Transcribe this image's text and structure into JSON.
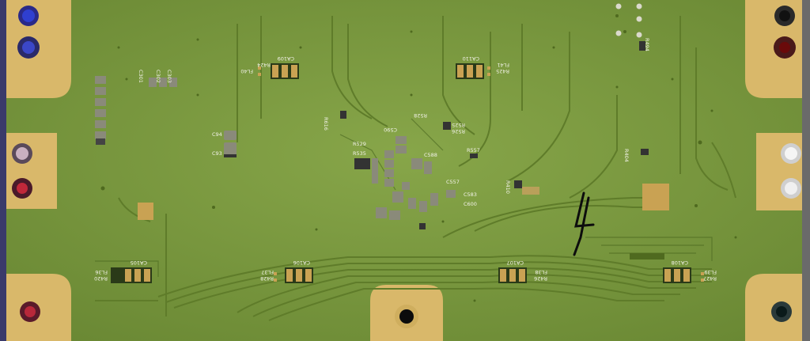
{
  "image": {
    "subject": "green printed circuit board with gold mounting pads",
    "colors": {
      "board": "#7a9a3e",
      "board_dark": "#5f7c2a",
      "trace": "#6b8a30",
      "silk": "#f2f2e8",
      "gold": "#d9b86a",
      "gold_dark": "#c9a253"
    }
  },
  "silkscreen": {
    "ca109": "CA109",
    "ca110": "CA110",
    "fl40": "FL40",
    "r424": "R424",
    "fl41": "FL41",
    "r425": "R425",
    "c94": "C94",
    "c93": "C93",
    "c301": "C301",
    "c302": "C302",
    "c303": "C303",
    "r529": "R529",
    "r535": "R535",
    "r528": "R528",
    "r525": "R525",
    "r526": "R526",
    "c590": "C590",
    "c583": "C583",
    "c557": "C557",
    "r557": "R557",
    "c600": "C600",
    "c588": "C588",
    "r616": "R616",
    "r404": "R404",
    "r494": "R494",
    "r410": "R410",
    "ca105": "CA105",
    "fl36": "FL36",
    "fl37": "FL37",
    "ca106": "CA106",
    "r428": "R428",
    "ca107": "CA107",
    "fl38": "FL38",
    "r426": "R426",
    "ca108": "CA108",
    "fl39": "FL39",
    "r427": "R427",
    "r420": "R420"
  },
  "handwriting": {
    "mark": "4"
  }
}
